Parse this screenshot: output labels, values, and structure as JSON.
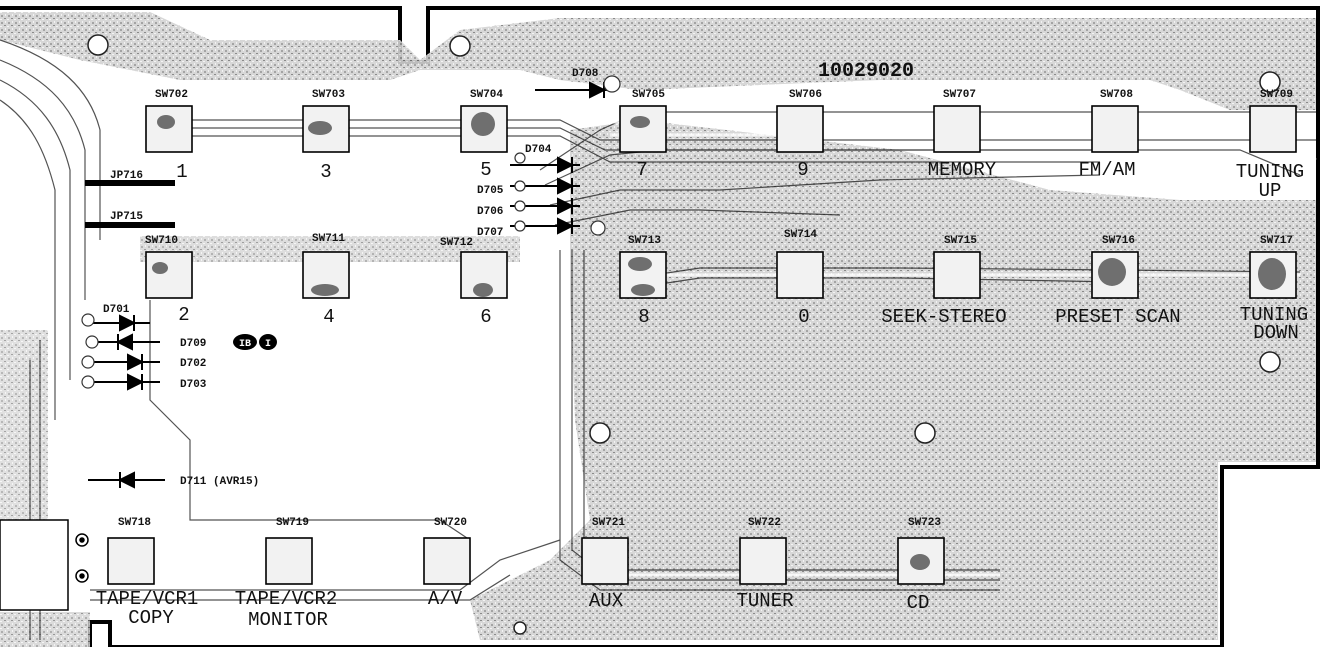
{
  "part_number": "10029020",
  "colors": {
    "ink": "#111111",
    "copper": "#9a9a9a",
    "trace": "#dcdcdc",
    "paper": "#ffffff"
  },
  "switches": {
    "sw702": {
      "ref": "SW702",
      "label": "1"
    },
    "sw703": {
      "ref": "SW703",
      "label": "3"
    },
    "sw704": {
      "ref": "SW704",
      "label": "5"
    },
    "sw705": {
      "ref": "SW705",
      "label": "7"
    },
    "sw706": {
      "ref": "SW706",
      "label": "9"
    },
    "sw707": {
      "ref": "SW707",
      "label": "MEMORY"
    },
    "sw708": {
      "ref": "SW708",
      "label": "FM/AM"
    },
    "sw709": {
      "ref": "SW709",
      "label1": "TUNING",
      "label2": "UP"
    },
    "sw710": {
      "ref": "SW710",
      "label": "2"
    },
    "sw711": {
      "ref": "SW711",
      "label": "4"
    },
    "sw712": {
      "ref": "SW712",
      "label": "6"
    },
    "sw713": {
      "ref": "SW713",
      "label": "8"
    },
    "sw714": {
      "ref": "SW714",
      "label": "0"
    },
    "sw715": {
      "ref": "SW715",
      "label": "SEEK-STEREO"
    },
    "sw716": {
      "ref": "SW716",
      "label": "PRESET SCAN"
    },
    "sw717": {
      "ref": "SW717",
      "label1": "TUNING",
      "label2": "DOWN"
    },
    "sw718": {
      "ref": "SW718",
      "label1": "TAPE/VCR1",
      "label2": "COPY"
    },
    "sw719": {
      "ref": "SW719",
      "label1": "TAPE/VCR2",
      "label2": "MONITOR"
    },
    "sw720": {
      "ref": "SW720",
      "label": "A/V"
    },
    "sw721": {
      "ref": "SW721",
      "label": "AUX"
    },
    "sw722": {
      "ref": "SW722",
      "label": "TUNER"
    },
    "sw723": {
      "ref": "SW723",
      "label": "CD"
    }
  },
  "diodes": {
    "d701": "D701",
    "d702": "D702",
    "d703": "D703",
    "d704": "D704",
    "d705": "D705",
    "d706": "D706",
    "d707": "D707",
    "d708": "D708",
    "d709": "D709",
    "d711": "D711 (AVR15)"
  },
  "jumpers": {
    "jp715": "JP715",
    "jp716": "JP716"
  },
  "markers": {
    "m1": "IB",
    "m2": "I"
  }
}
